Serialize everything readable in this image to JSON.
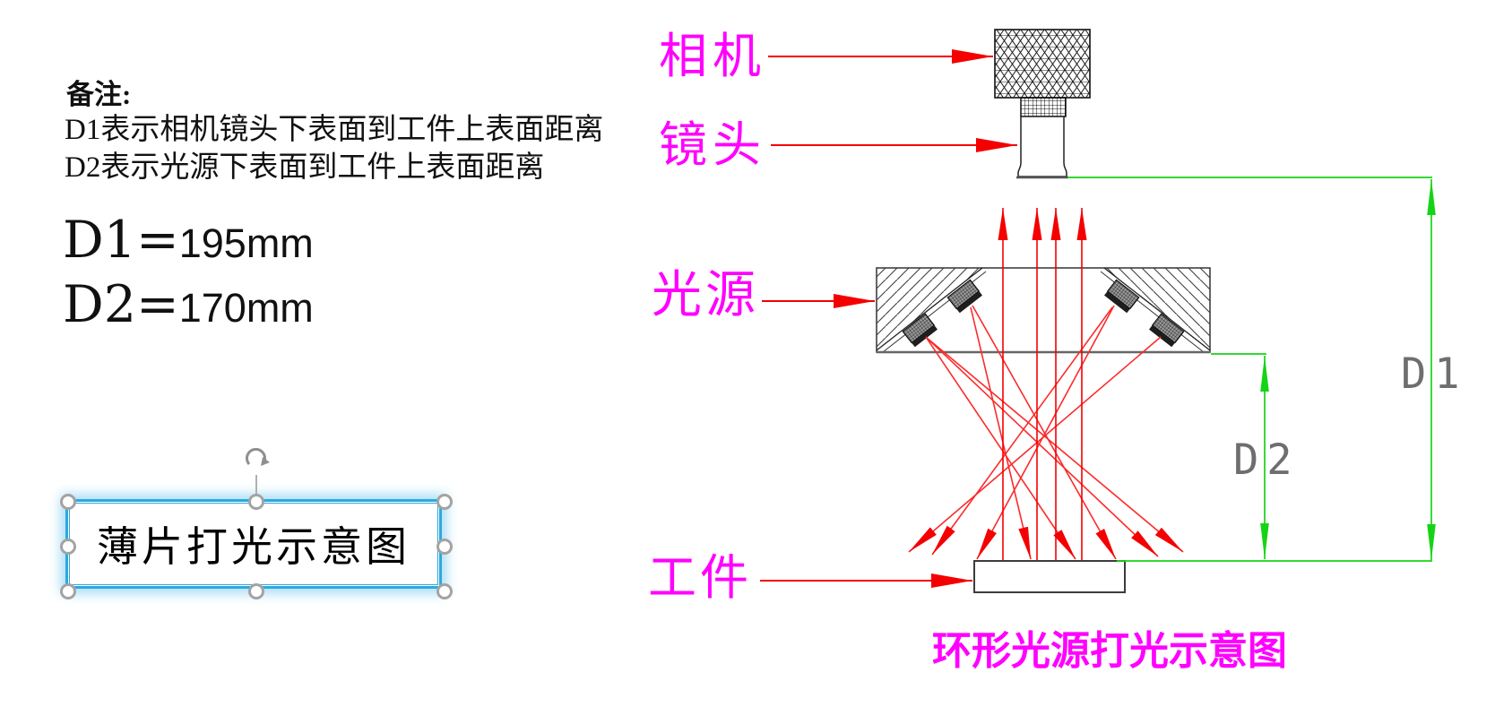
{
  "notes": {
    "title": "备注:",
    "lines": [
      "D1表示相机镜头下表面到工件上表面距离",
      "D2表示光源下表面到工件上表面距离"
    ]
  },
  "dimensions": {
    "d1": {
      "name": "D1",
      "eq": "=",
      "value": "195mm"
    },
    "d2": {
      "name": "D2",
      "eq": "=",
      "value": "170mm"
    }
  },
  "textbox": {
    "label": "薄片打光示意图"
  },
  "diagram": {
    "camera_label": "相机",
    "lens_label": "镜头",
    "light_label": "光源",
    "workpiece_label": "工件",
    "dim1_label": "D1",
    "dim2_label": "D2",
    "caption": "环形光源打光示意图"
  },
  "colors": {
    "label_magenta": "#ff00ff",
    "ray_red": "#ff0000",
    "dimension_green": "#15d415",
    "cad_gray": "#6e6e6e",
    "selection_blue": "#2da9dd"
  }
}
